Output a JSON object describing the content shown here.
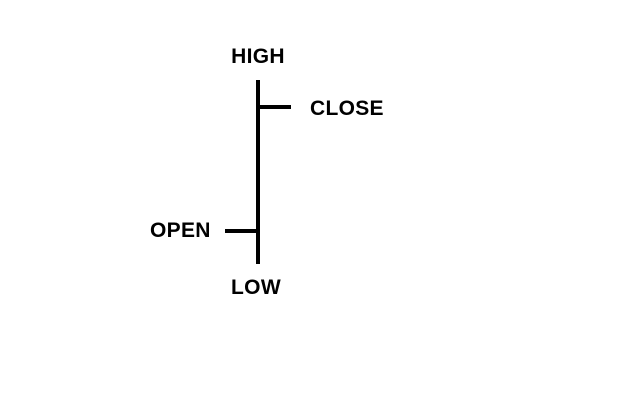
{
  "page": {
    "background": "#ffffff",
    "ink": "#000000"
  },
  "diagram": {
    "type": "ohlc-price-bar-explainer",
    "labels": {
      "high": "HIGH",
      "close": "CLOSE",
      "open": "OPEN",
      "low": "LOW"
    }
  }
}
